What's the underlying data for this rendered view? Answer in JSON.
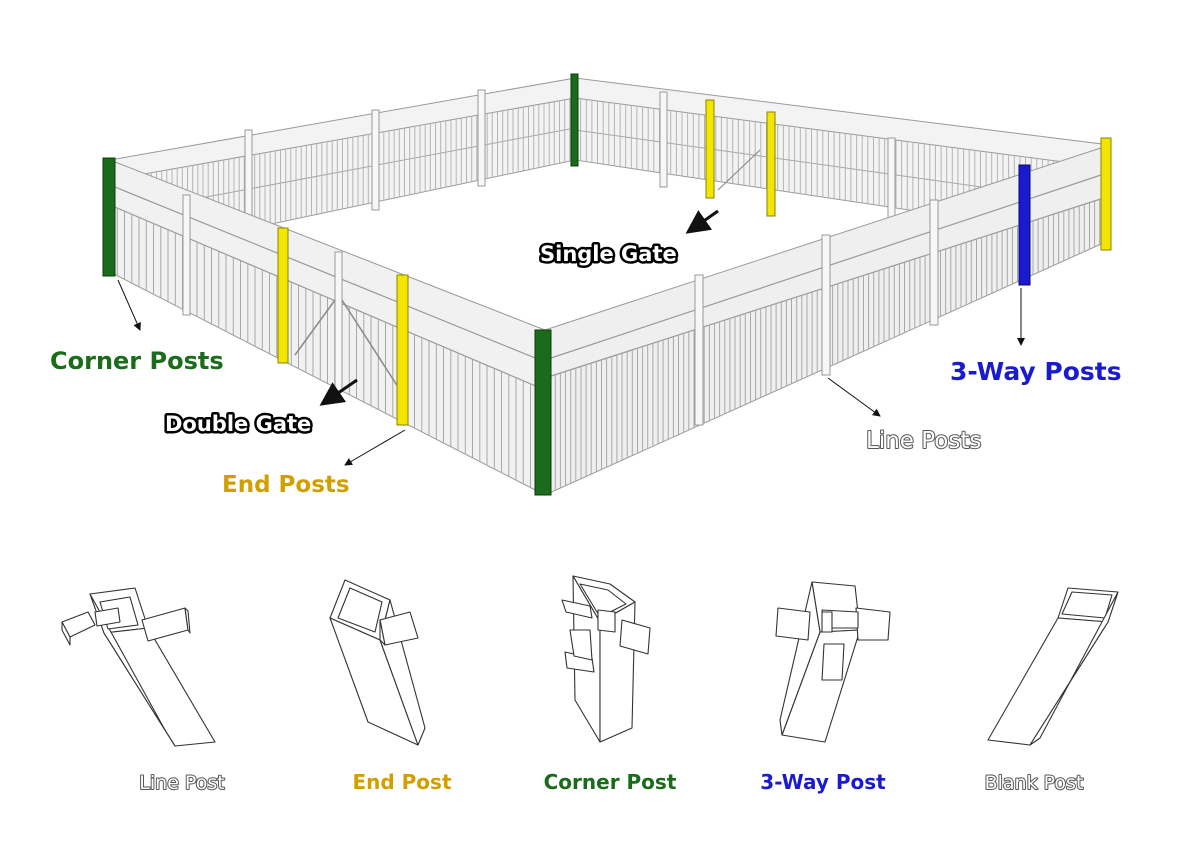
{
  "colors": {
    "corner": "#1a6b1a",
    "end": "#f2e600",
    "end_text": "#d39e00",
    "three_way": "#1a1ad0",
    "line": "#f4f4f4",
    "fence": "#f2f2f2",
    "fence_stroke": "#9a9a9a"
  },
  "callouts": {
    "corner_posts": "Corner Posts",
    "double_gate": "Double Gate",
    "end_posts": "End Posts",
    "single_gate": "Single Gate",
    "three_way_posts": "3-Way Posts",
    "line_posts": "Line Posts"
  },
  "post_types": [
    {
      "label": "Line Post",
      "kind": "line"
    },
    {
      "label": "End Post",
      "kind": "end"
    },
    {
      "label": "Corner Post",
      "kind": "corner"
    },
    {
      "label": "3-Way Post",
      "kind": "three_way"
    },
    {
      "label": "Blank Post",
      "kind": "blank"
    }
  ]
}
